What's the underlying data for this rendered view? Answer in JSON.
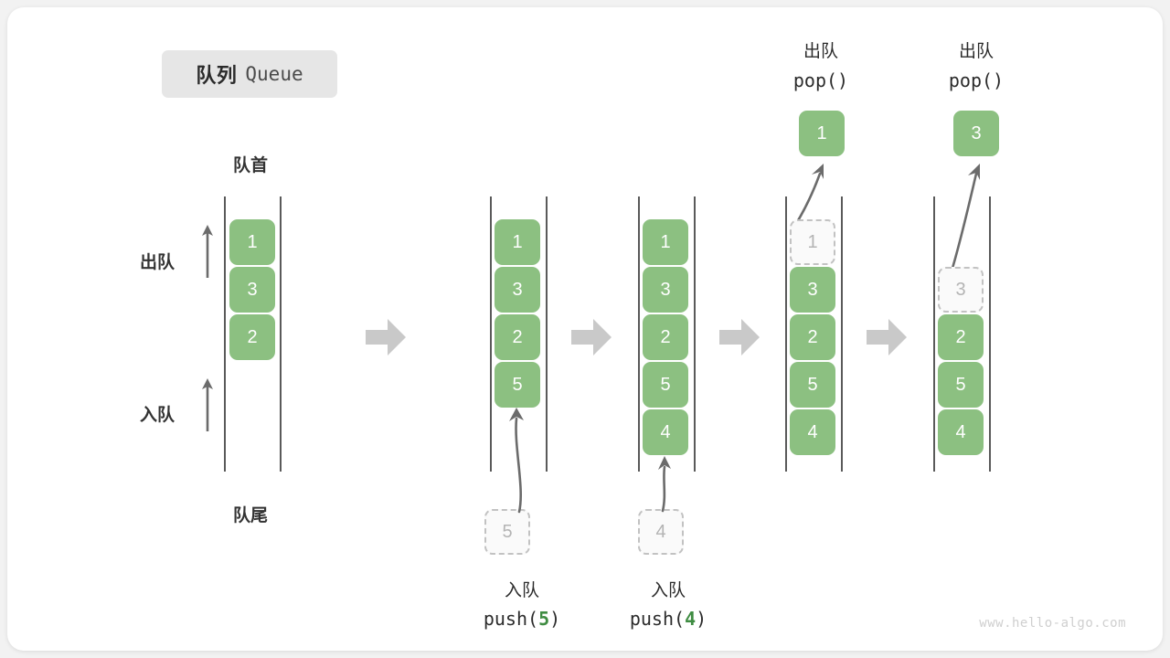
{
  "title": {
    "cn": "队列",
    "en": "Queue"
  },
  "labels": {
    "front": "队首",
    "rear": "队尾",
    "dequeue_side": "出队",
    "enqueue_side": "入队"
  },
  "colors": {
    "cell_fill": "#8cc081",
    "cell_text": "#ffffff",
    "ghost_fill": "#fafafa",
    "ghost_border": "#c2c2c2",
    "ghost_text": "#b4b4b4",
    "rail": "#5a5a5a",
    "arrow": "#6b6b6b",
    "step_arrow": "#c9c9c9",
    "badge_bg": "#e6e6e6",
    "accent_green": "#3f8c42",
    "card_bg": "#ffffff",
    "page_bg": "#f2f2f2"
  },
  "columns": [
    {
      "id": "initial",
      "cells": [
        {
          "value": "1",
          "state": "filled"
        },
        {
          "value": "3",
          "state": "filled"
        },
        {
          "value": "2",
          "state": "filled"
        }
      ],
      "top_caption_cn": "",
      "top_caption_code": "",
      "top_cell": null,
      "incoming_cell": null,
      "bottom_caption_cn": "",
      "bottom_caption_code": ""
    },
    {
      "id": "push-5",
      "cells": [
        {
          "value": "1",
          "state": "filled"
        },
        {
          "value": "3",
          "state": "filled"
        },
        {
          "value": "2",
          "state": "filled"
        },
        {
          "value": "5",
          "state": "filled"
        }
      ],
      "top_caption_cn": "",
      "top_caption_code": "",
      "top_cell": null,
      "incoming_cell": {
        "value": "5",
        "state": "ghost"
      },
      "bottom_caption_cn": "入队",
      "bottom_caption_code": "push(5)",
      "bottom_caption_arg": "5"
    },
    {
      "id": "push-4",
      "cells": [
        {
          "value": "1",
          "state": "filled"
        },
        {
          "value": "3",
          "state": "filled"
        },
        {
          "value": "2",
          "state": "filled"
        },
        {
          "value": "5",
          "state": "filled"
        },
        {
          "value": "4",
          "state": "filled"
        }
      ],
      "top_caption_cn": "",
      "top_caption_code": "",
      "top_cell": null,
      "incoming_cell": {
        "value": "4",
        "state": "ghost"
      },
      "bottom_caption_cn": "入队",
      "bottom_caption_code": "push(4)",
      "bottom_caption_arg": "4"
    },
    {
      "id": "pop-1",
      "cells": [
        {
          "value": "1",
          "state": "ghost"
        },
        {
          "value": "3",
          "state": "filled"
        },
        {
          "value": "2",
          "state": "filled"
        },
        {
          "value": "5",
          "state": "filled"
        },
        {
          "value": "4",
          "state": "filled"
        }
      ],
      "top_caption_cn": "出队",
      "top_caption_code": "pop()",
      "top_cell": {
        "value": "1",
        "state": "filled"
      },
      "incoming_cell": null,
      "bottom_caption_cn": "",
      "bottom_caption_code": ""
    },
    {
      "id": "pop-3",
      "cells": [
        {
          "value": "",
          "state": "empty"
        },
        {
          "value": "3",
          "state": "ghost"
        },
        {
          "value": "2",
          "state": "filled"
        },
        {
          "value": "5",
          "state": "filled"
        },
        {
          "value": "4",
          "state": "filled"
        }
      ],
      "top_caption_cn": "出队",
      "top_caption_code": "pop()",
      "top_cell": {
        "value": "3",
        "state": "filled"
      },
      "incoming_cell": null,
      "bottom_caption_cn": "",
      "bottom_caption_code": ""
    }
  ],
  "footer": {
    "watermark": "www.hello-algo.com"
  }
}
